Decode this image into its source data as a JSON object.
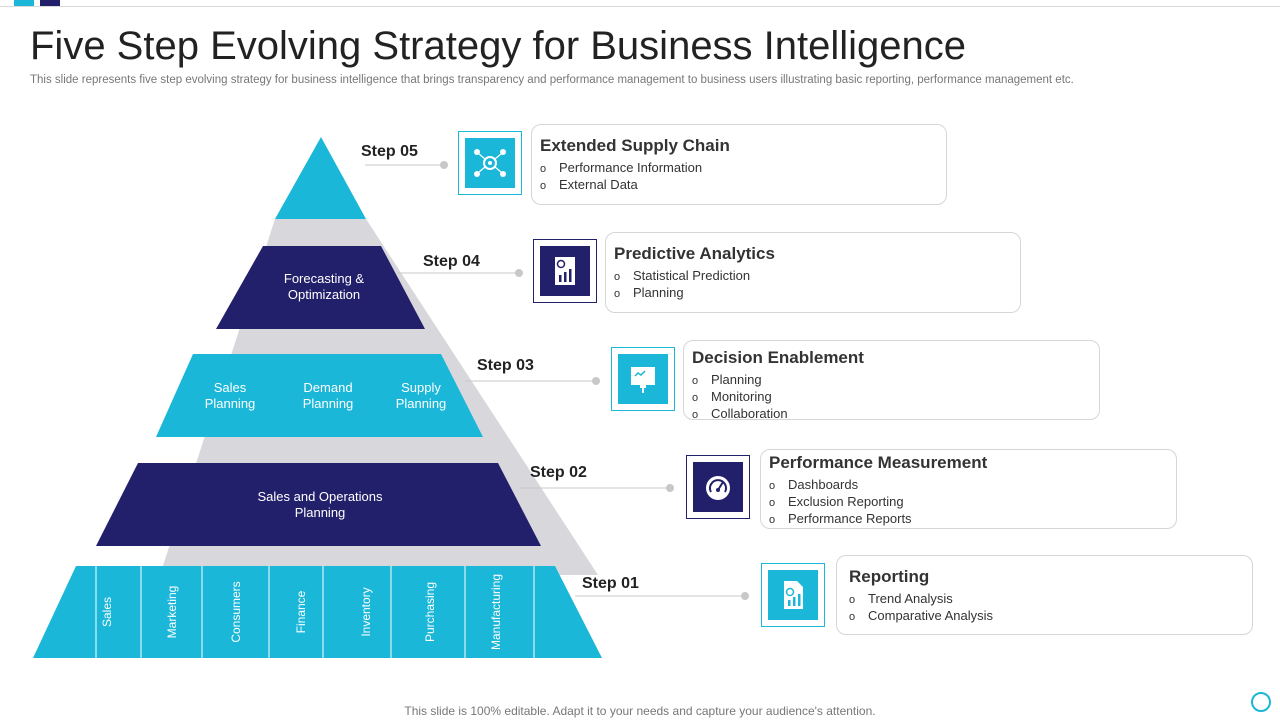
{
  "title": "Five Step Evolving Strategy for Business Intelligence",
  "subtitle": "This slide represents five step evolving strategy for business intelligence that brings transparency and performance management to business users illustrating basic reporting, performance management etc.",
  "colors": {
    "accent": "#1ab7d9",
    "dark": "#221f6b",
    "shadow": "#d8d8dc"
  },
  "pyramid": {
    "level4": [
      "Forecasting &",
      "Optimization"
    ],
    "level3": [
      [
        "Sales",
        "Planning"
      ],
      [
        "Demand",
        "Planning"
      ],
      [
        "Supply",
        "Planning"
      ]
    ],
    "level2": [
      "Sales and Operations",
      "Planning"
    ],
    "level1": [
      "Sales",
      "Marketing",
      "Consumers",
      "Finance",
      "Inventory",
      "Purchasing",
      "Manufacturing"
    ]
  },
  "steps": [
    {
      "label": "Step 05",
      "icon": "network-gear-icon",
      "title": "Extended Supply Chain",
      "items": [
        "Performance  Information",
        "External Data"
      ]
    },
    {
      "label": "Step 04",
      "icon": "analytics-report-icon",
      "title": "Predictive Analytics",
      "items": [
        "Statistical Prediction",
        "Planning"
      ]
    },
    {
      "label": "Step 03",
      "icon": "presentation-board-icon",
      "title": "Decision Enablement",
      "items": [
        "Planning",
        "Monitoring",
        "Collaboration"
      ]
    },
    {
      "label": "Step 02",
      "icon": "dashboard-gauge-icon",
      "title": "Performance Measurement",
      "items": [
        "Dashboards",
        "Exclusion Reporting",
        "Performance  Reports"
      ]
    },
    {
      "label": "Step 01",
      "icon": "report-document-icon",
      "title": "Reporting",
      "items": [
        "Trend Analysis",
        "Comparative  Analysis"
      ]
    }
  ],
  "footer": "This slide is 100% editable. Adapt it to your needs and capture your audience's attention."
}
